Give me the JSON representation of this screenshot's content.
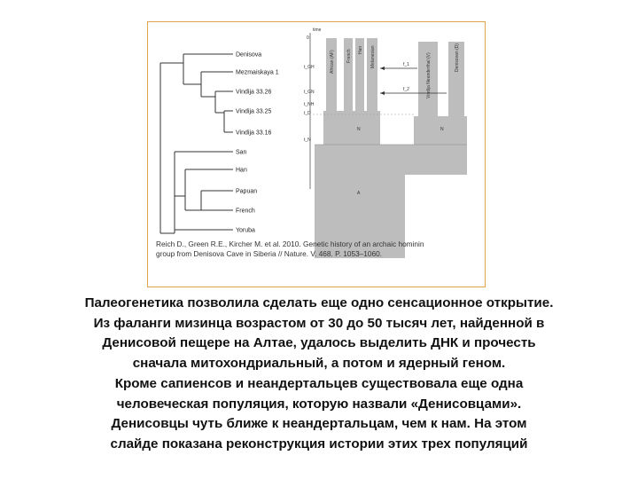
{
  "figure": {
    "tree_leaves": [
      "Denisova",
      "Mezmaiskaya 1",
      "Vindija 33.26",
      "Vindija 33.25",
      "Vindija 33.16",
      "San",
      "Han",
      "Papuan",
      "French",
      "Yoruba"
    ],
    "time_axis_label": "time",
    "time_zero": "0",
    "time_ticks": [
      "t_GH",
      "t_GN",
      "t_NH",
      "t_D",
      "t_N"
    ],
    "column_labels": [
      "African (AF)",
      "French",
      "Han",
      "Melanesian",
      "Vindija Neanderthal (V)",
      "Denisovan (D)"
    ],
    "flow_labels": [
      "f_1",
      "f_2"
    ],
    "block_labels": [
      "N",
      "N",
      "A"
    ],
    "citation_lines": [
      "Reich D., Green R.E., Kircher M. et al. 2010. Genetic history of an archaic hominin",
      "group from Denisova Cave in Siberia // Nature. V. 468. P. 1053–1060."
    ]
  },
  "caption_lines": [
    "Палеогенетика позволила сделать еще одно сенсационное открытие.",
    "Из фаланги мизинца возрастом от 30 до 50 тысяч лет, найденной в",
    "Денисовой пещере на Алтае, удалось выделить ДНК и прочесть",
    "сначала митохондриальный, а потом и ядерный геном.",
    "Кроме сапиенсов и неандертальцев существовала еще одна",
    "человеческая популяция, которую назвали «Денисовцами».",
    "Денисовцы чуть ближе к неандертальцам, чем к нам. На этом",
    "слайде показана реконструкция истории этих трех популяций"
  ]
}
